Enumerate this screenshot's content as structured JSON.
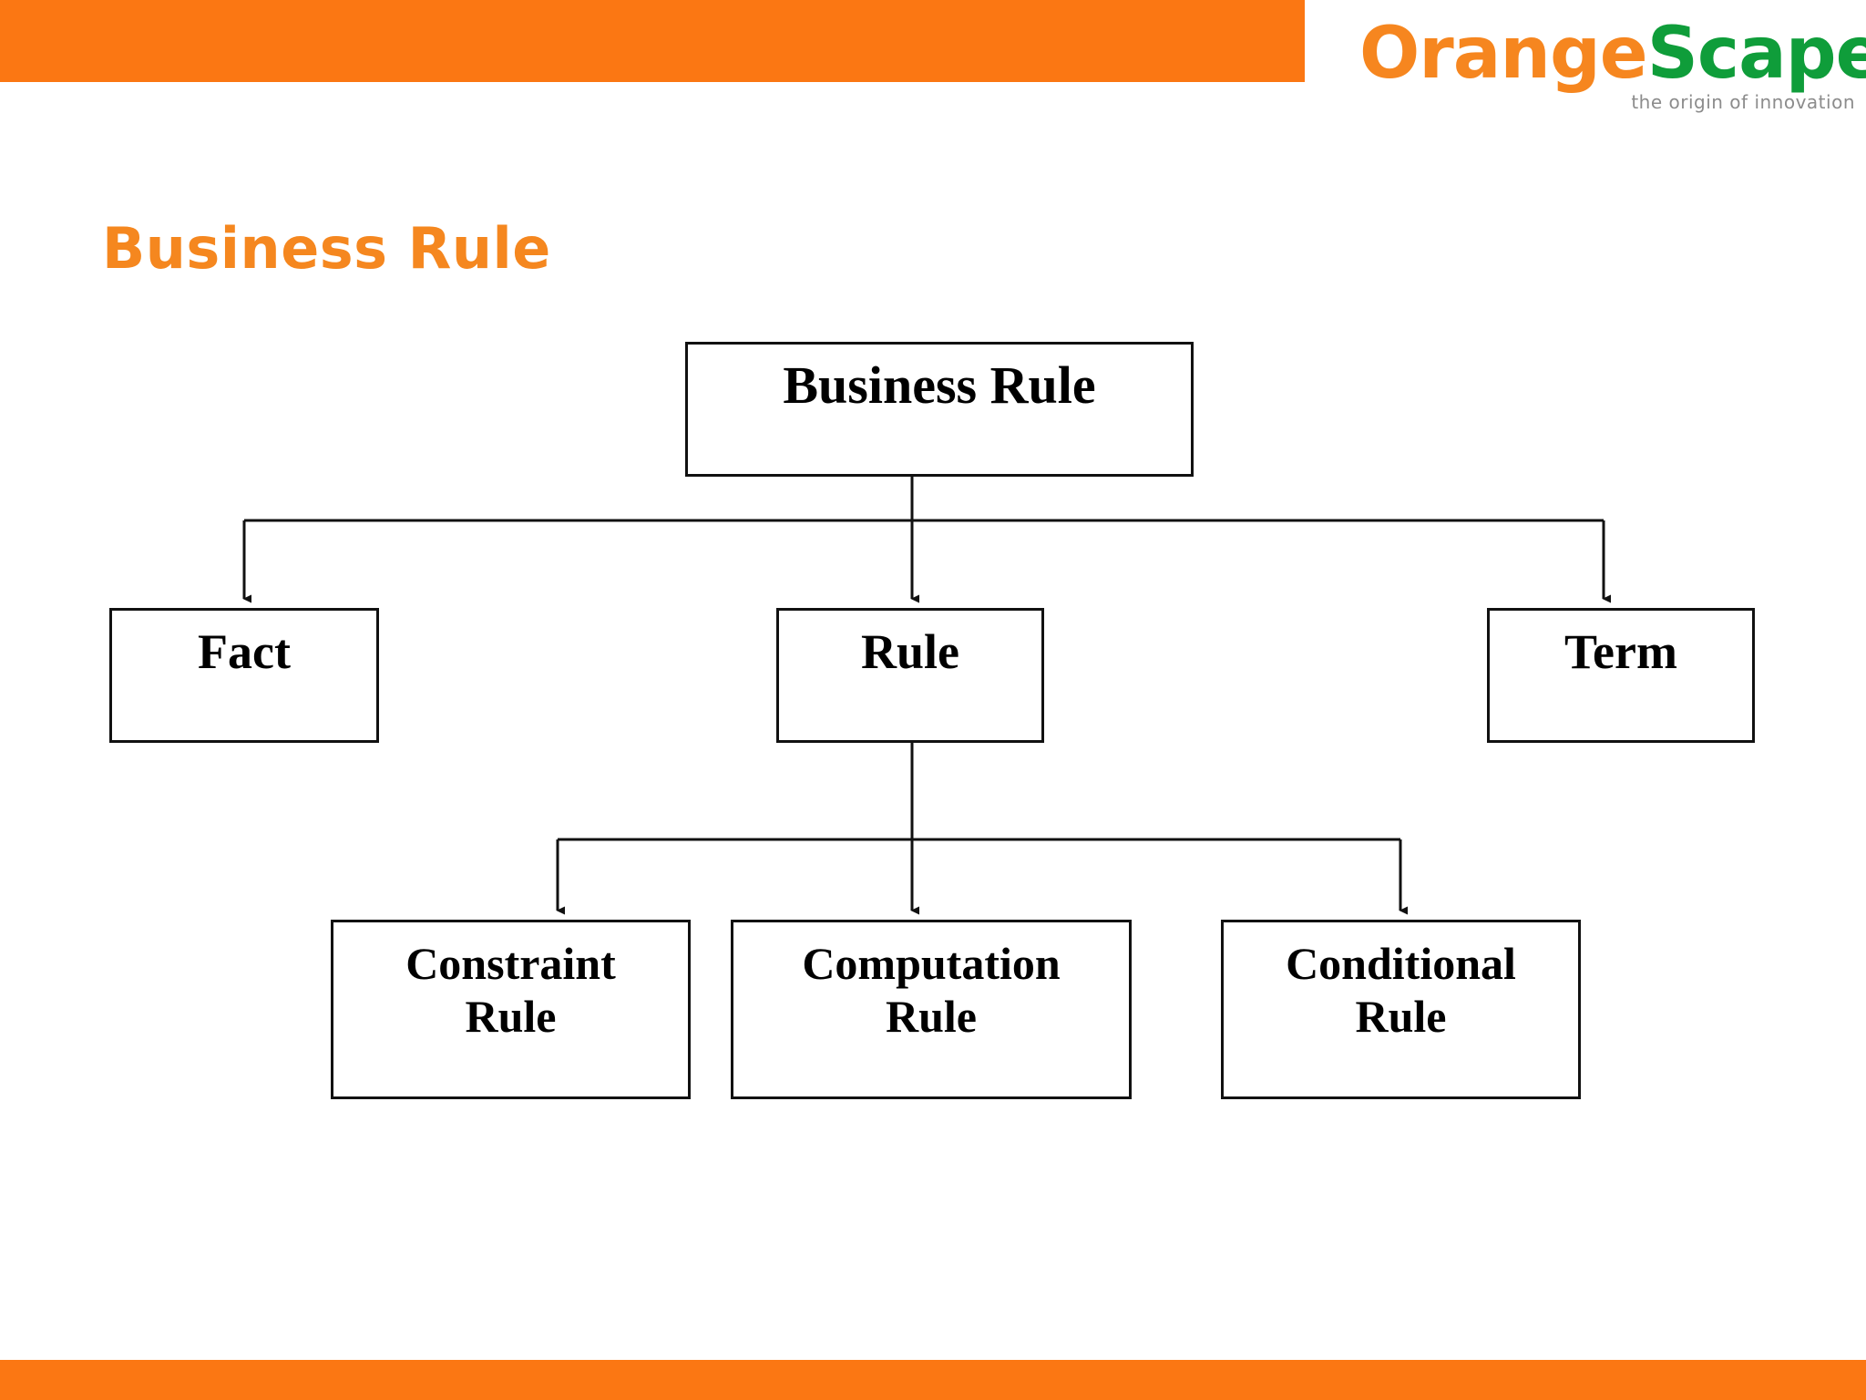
{
  "slide": {
    "title": "Business Rule",
    "accent_color": "#FB7713",
    "title_color": "#F5871F"
  },
  "brand": {
    "logo_part_one": "Orange",
    "logo_part_two": "Scape",
    "logo_part_one_color": "#F6861F",
    "logo_part_two_color": "#0F9D3A",
    "tagline": "the origin of innovation",
    "tagline_color": "#8C8C8C"
  },
  "diagram": {
    "type": "tree",
    "nodes": {
      "root": "Business Rule",
      "fact": "Fact",
      "rule": "Rule",
      "term": "Term",
      "constraint_rule": "Constraint\nRule",
      "computation_rule": "Computation\nRule",
      "conditional_rule": "Conditional\nRule"
    },
    "edges": [
      {
        "from": "Business Rule",
        "to": "Fact"
      },
      {
        "from": "Business Rule",
        "to": "Rule"
      },
      {
        "from": "Business Rule",
        "to": "Term"
      },
      {
        "from": "Rule",
        "to": "Constraint Rule"
      },
      {
        "from": "Rule",
        "to": "Computation Rule"
      },
      {
        "from": "Rule",
        "to": "Conditional Rule"
      }
    ],
    "line_color": "#111111"
  }
}
